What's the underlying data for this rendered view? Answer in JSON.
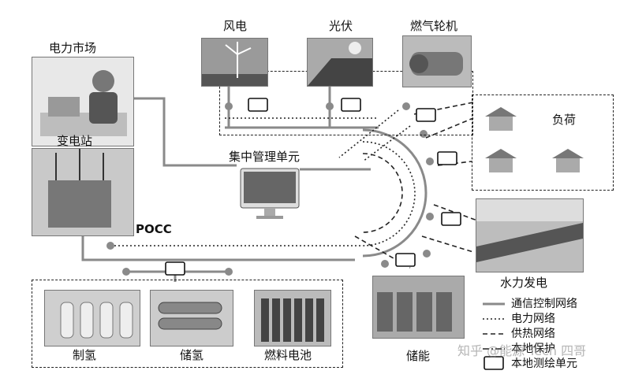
{
  "nodes": {
    "power_market": "电力市场",
    "substation": "变电站",
    "pocc": "POCC",
    "central_unit": "集中管理单元",
    "wind": "风电",
    "pv": "光伏",
    "gas_turbine": "燃气轮机",
    "load": "负荷",
    "hydro": "水力发电",
    "storage": "储能",
    "h2_production": "制氢",
    "h2_storage": "储氢",
    "fuel_cell": "燃料电池"
  },
  "legend": [
    {
      "label": "通信控制网络",
      "style": "solid"
    },
    {
      "label": "电力网络",
      "style": "dotted"
    },
    {
      "label": "供热网络",
      "style": "dashed"
    },
    {
      "label": "本地保护",
      "style": "dashdot"
    },
    {
      "label": "本地测绘单元",
      "style": "icon"
    }
  ],
  "watermark": "知乎 @能源 Tech 四哥",
  "colors": {
    "line": "#8a8a8a",
    "dark": "#222222",
    "photo_bg": "#cfcfcf"
  }
}
